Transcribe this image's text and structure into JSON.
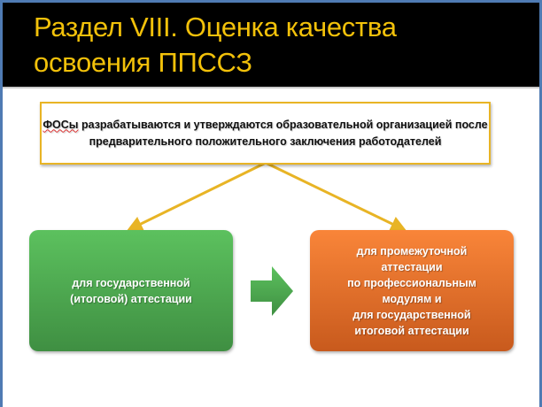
{
  "title": {
    "line1": "Раздел VIII. Оценка качества",
    "line2": "освоения ППССЗ"
  },
  "top_box": {
    "prefix": "ФОСы",
    "text_rest": " разрабатываются и утверждаются образовательной организацией после предварительного положительного заключения работодателей"
  },
  "left_box": {
    "text": "для государственной (итоговой) аттестации"
  },
  "right_box": {
    "lines": [
      "для промежуточной",
      "аттестации",
      "по профессиональным",
      "модулям и",
      "для государственной",
      "итоговой аттестации"
    ]
  },
  "colors": {
    "title": "#f2c10a",
    "border": "#e8b425",
    "green": "#4fa852",
    "orange": "#e36d28",
    "frame": "#4f7bb3"
  }
}
